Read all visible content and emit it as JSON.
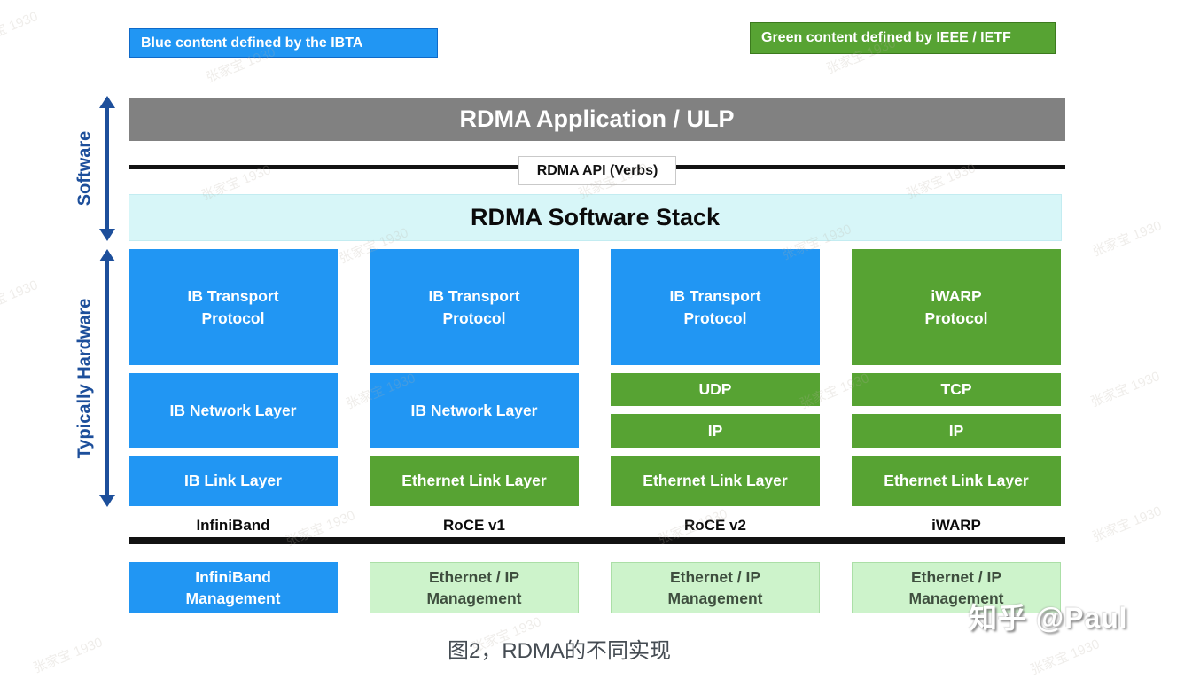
{
  "legend": {
    "blue_label": "Blue content defined by the IBTA",
    "green_label": "Green content defined by IEEE / IETF"
  },
  "side_labels": {
    "software": "Software",
    "hardware": "Typically Hardware"
  },
  "stack": {
    "application": "RDMA Application / ULP",
    "api": "RDMA API (Verbs)",
    "software_stack": "RDMA Software Stack"
  },
  "columns": [
    {
      "name": "InfiniBand",
      "blocks": [
        {
          "label": "IB Transport Protocol",
          "lines": [
            "IB Transport",
            "Protocol"
          ],
          "color": "blue"
        },
        {
          "label": "IB Network Layer",
          "lines": [
            "IB Network Layer"
          ],
          "color": "blue"
        },
        {
          "label": "IB Link Layer",
          "lines": [
            "IB Link Layer"
          ],
          "color": "blue"
        }
      ],
      "management": {
        "label": "InfiniBand Management",
        "lines": [
          "InfiniBand",
          "Management"
        ],
        "color": "blue"
      }
    },
    {
      "name": "RoCE v1",
      "blocks": [
        {
          "label": "IB Transport Protocol",
          "lines": [
            "IB Transport",
            "Protocol"
          ],
          "color": "blue"
        },
        {
          "label": "IB Network Layer",
          "lines": [
            "IB Network Layer"
          ],
          "color": "blue"
        },
        {
          "label": "Ethernet Link Layer",
          "lines": [
            "Ethernet Link Layer"
          ],
          "color": "green"
        }
      ],
      "management": {
        "label": "Ethernet / IP Management",
        "lines": [
          "Ethernet / IP",
          "Management"
        ],
        "color": "lightgreen"
      }
    },
    {
      "name": "RoCE v2",
      "blocks": [
        {
          "label": "IB Transport Protocol",
          "lines": [
            "IB Transport",
            "Protocol"
          ],
          "color": "blue"
        },
        {
          "label": "UDP",
          "lines": [
            "UDP"
          ],
          "color": "green"
        },
        {
          "label": "IP",
          "lines": [
            "IP"
          ],
          "color": "green"
        },
        {
          "label": "Ethernet Link Layer",
          "lines": [
            "Ethernet Link Layer"
          ],
          "color": "green"
        }
      ],
      "management": {
        "label": "Ethernet / IP Management",
        "lines": [
          "Ethernet / IP",
          "Management"
        ],
        "color": "lightgreen"
      }
    },
    {
      "name": "iWARP",
      "blocks": [
        {
          "label": "iWARP Protocol",
          "lines": [
            "iWARP",
            "Protocol"
          ],
          "color": "green"
        },
        {
          "label": "TCP",
          "lines": [
            "TCP"
          ],
          "color": "green"
        },
        {
          "label": "IP",
          "lines": [
            "IP"
          ],
          "color": "green"
        },
        {
          "label": "Ethernet Link Layer",
          "lines": [
            "Ethernet Link Layer"
          ],
          "color": "green"
        }
      ],
      "management": {
        "label": "Ethernet / IP Management",
        "lines": [
          "Ethernet / IP",
          "Management"
        ],
        "color": "lightgreen"
      }
    }
  ],
  "caption": "图2，RDMA的不同实现",
  "watermarks": {
    "zhihu": "知乎 @Paul",
    "diagonal": "张家宝 1930"
  },
  "colors": {
    "block_blue": "#2196f3",
    "block_green": "#57a333",
    "management_light_green": "#cdf3cb",
    "software_stack_cyan": "#d7f6f8",
    "application_gray": "#818181",
    "arrow_blue": "#1d4f9b",
    "line_black": "#121212"
  }
}
